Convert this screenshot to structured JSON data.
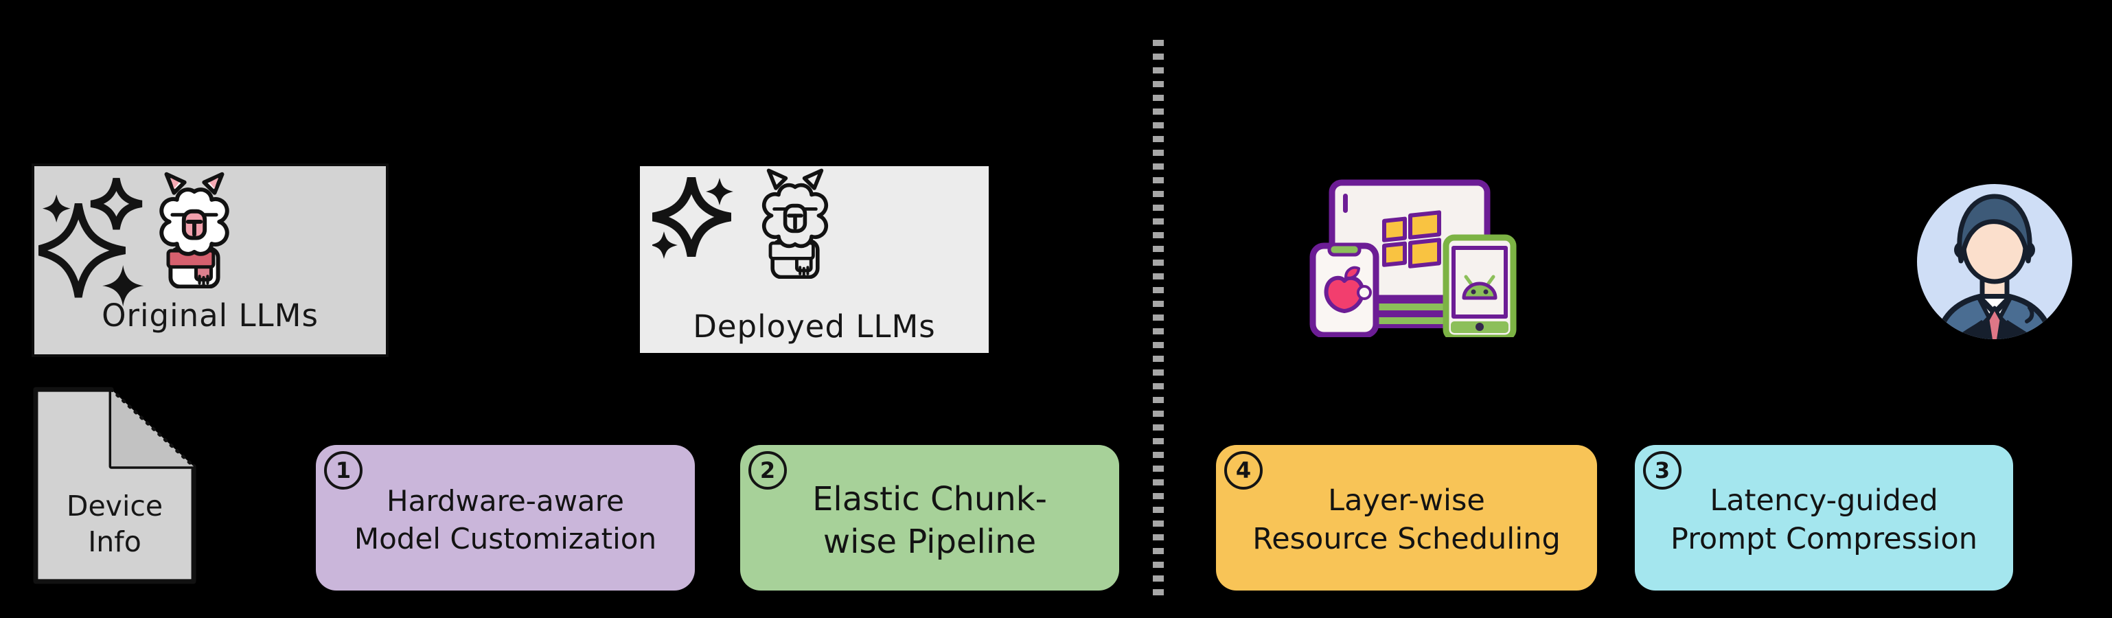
{
  "canvas": {
    "background": "#000000"
  },
  "original_llms": {
    "label": "Original LLMs",
    "bg": "#d3d3d3"
  },
  "deployed_llms": {
    "label": "Deployed LLMs",
    "bg": "#ececec"
  },
  "device_info": {
    "line1": "Device",
    "line2": "Info",
    "bg": "#d2d2d2",
    "fold": "#c2c2c2"
  },
  "divider": {
    "color": "#a7a7a7"
  },
  "steps": [
    {
      "number": "1",
      "line1": "Hardware-aware",
      "line2": "Model Customization",
      "bg": "#cab6da"
    },
    {
      "number": "2",
      "line1": "Elastic Chunk-",
      "line2": "wise Pipeline",
      "bg": "#a7d199"
    },
    {
      "number": "4",
      "line1": "Layer-wise",
      "line2": "Resource Scheduling",
      "bg": "#f8c457"
    },
    {
      "number": "3",
      "line1": "Latency-guided",
      "line2": "Prompt Compression",
      "bg": "#a4e6ee"
    }
  ],
  "icons": {
    "sparkles": "sparkles-icon",
    "llama": "llama-icon",
    "document": "document-icon",
    "devices": "devices-icon",
    "monitor": "monitor-windows-icon",
    "phone": "iphone-apple-icon",
    "tablet": "android-tablet-icon",
    "user": "user-avatar-icon"
  },
  "palette": {
    "device_purple": "#6c1d95",
    "device_green": "#8cbf5a",
    "windows_yellow": "#f9c341",
    "apple_pink": "#f23e6e",
    "avatar_bg": "#cfdef6",
    "suit_blue": "#4a6d92",
    "tie_pink": "#df7787",
    "scarf_red": "#d6606e"
  }
}
